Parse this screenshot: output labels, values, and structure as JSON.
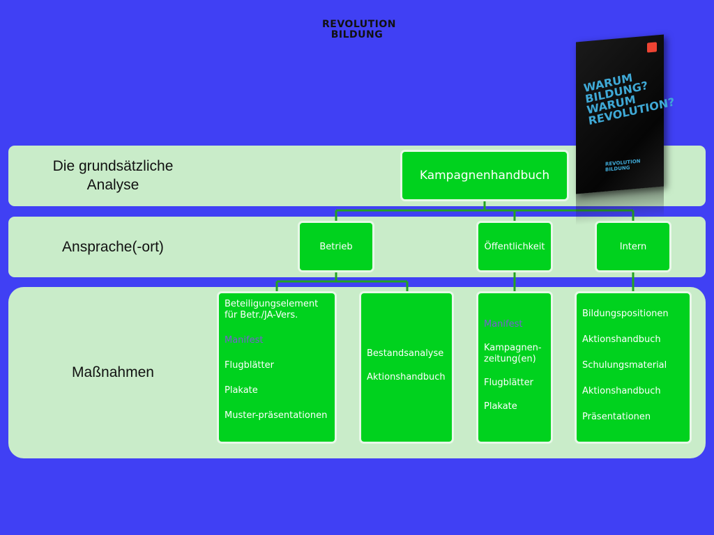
{
  "logo": {
    "line1": "REVOLUTION",
    "line2": "BILDUNG"
  },
  "rows": {
    "analysis": {
      "label": "Die grundsätzliche Analyse"
    },
    "target": {
      "label": "Ansprache(-ort)"
    },
    "measures": {
      "label": "Maßnahmen"
    }
  },
  "nodes": {
    "root": "Kampagnenhandbuch",
    "betrieb": "Betrieb",
    "oeffentlichkeit": "Öffentlichkeit",
    "intern": "Intern"
  },
  "lists": {
    "betrieb_a": [
      {
        "text": "Beteiligungselement für Betr./JA-Vers."
      },
      {
        "text": "Manifest",
        "highlight": true
      },
      {
        "text": "Flugblätter"
      },
      {
        "text": "Plakate"
      },
      {
        "text": "Muster-präsentationen"
      }
    ],
    "betrieb_b": [
      {
        "text": "Bestandsanalyse"
      },
      {
        "text": "Aktionshandbuch"
      }
    ],
    "oeffentlichkeit": [
      {
        "text": "Manifest",
        "highlight": true
      },
      {
        "text": "Kampagnen-zeitung(en)"
      },
      {
        "text": "Flugblätter"
      },
      {
        "text": "Plakate"
      }
    ],
    "intern": [
      {
        "text": "Bildungspositionen"
      },
      {
        "text": "Aktionshandbuch"
      },
      {
        "text": "Schulungsmaterial"
      },
      {
        "text": "Aktionshandbuch"
      },
      {
        "text": "Präsentationen"
      }
    ]
  },
  "book": {
    "title": "WARUM BILDUNG? WARUM REVOLUTION?",
    "footer": "REVOLUTION BILDUNG"
  },
  "colors": {
    "background": "#4040f4",
    "band": "#c9ecc9",
    "node": "#00d21e",
    "connector": "#22a322",
    "highlight": "#7b5cd6"
  }
}
